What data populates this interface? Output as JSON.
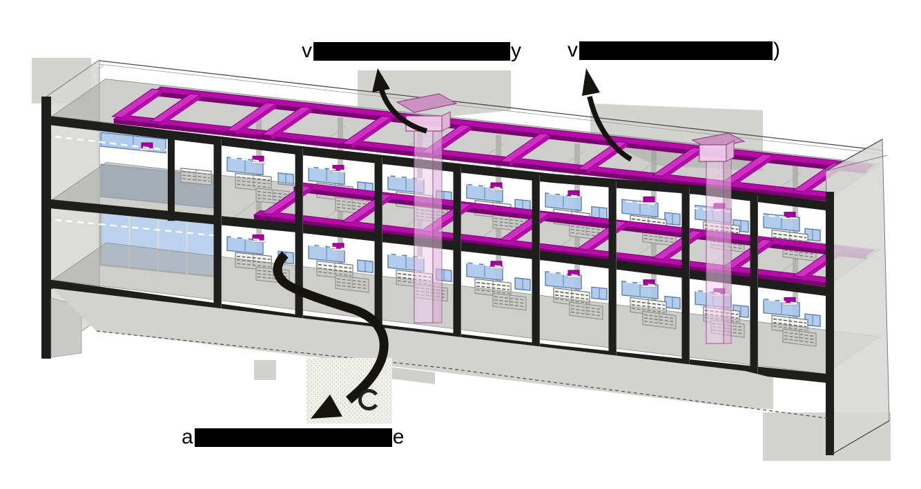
{
  "diagram": {
    "type": "3d-building-section-ventilation",
    "labels": {
      "exhaust_left": {
        "prefix": "v",
        "suffix": "y",
        "redacted": true
      },
      "exhaust_right": {
        "prefix": "v",
        "suffix": ")",
        "redacted": true
      },
      "intake_bottom": {
        "prefix": "a",
        "suffix": "e",
        "redacted": true
      }
    },
    "icons": {
      "exhaust_arrow_left": "curved-up-arrow",
      "exhaust_arrow_right": "curved-up-arrow",
      "intake_arrow": "curved-down-s-arrow",
      "roof_stack": "exhaust-stack-with-cap"
    },
    "model": {
      "floors": 2,
      "bays": 9,
      "exhaust_stacks": 2,
      "duct_networks": 2,
      "upper_duct_terminals": 8,
      "lower_duct_terminals": 7,
      "windows_per_room": 2,
      "grilles_per_room": 2
    },
    "colors": {
      "background": "#ffffff",
      "structure_black": "#1e1e1c",
      "wall_gray": "#d6d6d3",
      "deck_gray": "#a9a9a6",
      "backdrop_gray": "#d3d3cf",
      "duct_magenta": "#b50ca9",
      "duct_magenta_dark": "#79006f",
      "duct_magenta_light": "#cf2fc2",
      "terminal_magenta": "#a8009c",
      "shaft_pink": "#f0cdea",
      "shaft_pink_dark": "#dcb3d4",
      "shaft_edge": "#8d4b85",
      "cap_plate_pink": "#cb92c0",
      "window_blue": "#aac7ea",
      "window_frame": "#5a7eb0",
      "glazing_blue": "#9db8d9",
      "panel_blue": "#92a9c7",
      "arrow_black": "#17130f",
      "ground_line": "#4a4a46",
      "dashed_white": "#ffffff"
    }
  }
}
